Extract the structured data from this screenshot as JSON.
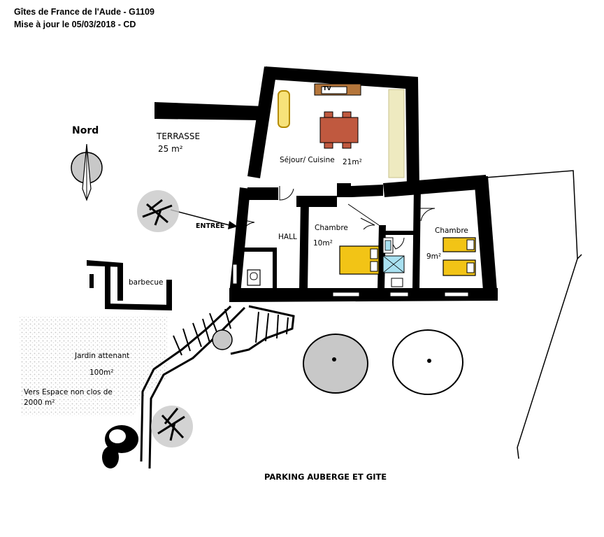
{
  "header": {
    "line1": "Gîtes de France de l'Aude - G1109",
    "line2": "Mise à jour le 05/03/2018 - CD"
  },
  "compass": {
    "label": "Nord"
  },
  "terrace": {
    "name": "TERRASSE",
    "area": "25 m²"
  },
  "rooms": {
    "living": {
      "name": "Séjour/ Cuisine",
      "area": "21m²",
      "tv": "TV"
    },
    "hall": {
      "name": "HALL"
    },
    "bedroom1": {
      "name": "Chambre",
      "area": "10m²"
    },
    "bedroom2": {
      "name": "Chambre",
      "area": "9m²"
    }
  },
  "entrance": {
    "label": "ENTREE"
  },
  "barbecue": {
    "label": "barbecue"
  },
  "garden": {
    "name": "Jardin attenant",
    "area": "100m²",
    "note_line1": "Vers Espace non clos de",
    "note_line2": "2000 m²"
  },
  "parking": {
    "label": "PARKING AUBERGE ET GITE"
  },
  "colors": {
    "wall": "#000000",
    "sofa": "#f7e27a",
    "bed": "#f2c416",
    "table": "#c0593f",
    "tv_unit": "#b5763b",
    "counter": "#eeeac0",
    "tree": "#c8c8c8",
    "water": "#a8e0f0"
  }
}
